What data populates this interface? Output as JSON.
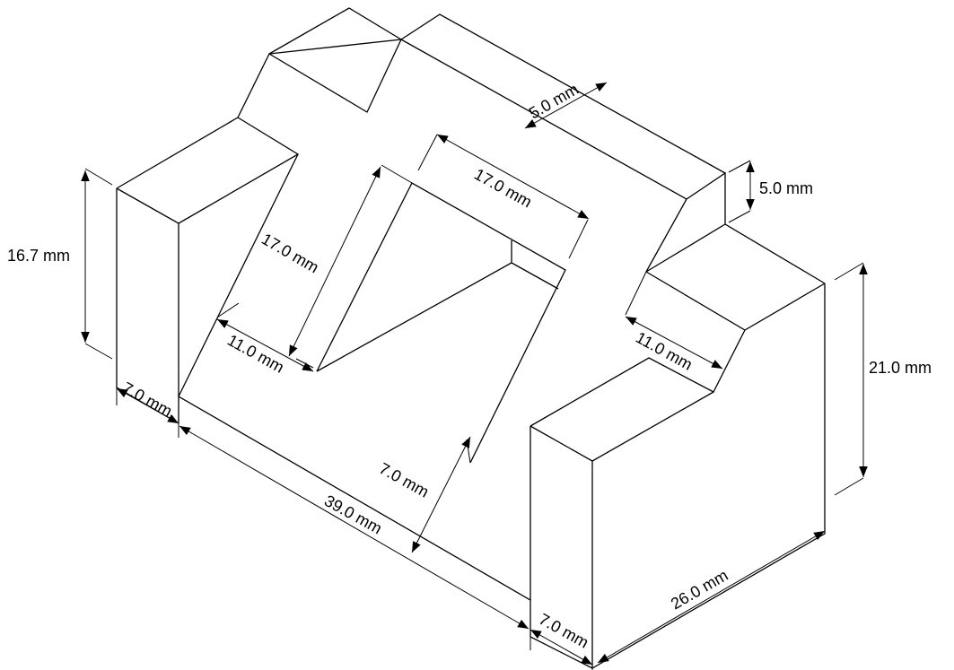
{
  "dimensions": {
    "top_slot_width": "5.0 mm",
    "top_slot_depth": "5.0 mm",
    "pocket_length": "17.0 mm",
    "pocket_width": "17.0 mm",
    "left_height": "16.7 mm",
    "left_step": "11.0 mm",
    "right_step": "11.0 mm",
    "right_height": "21.0 mm",
    "left_wall": "7.0 mm",
    "pocket_offset": "7.0 mm",
    "overall_length": "39.0 mm",
    "right_wall": "7.0 mm",
    "overall_depth": "26.0 mm"
  }
}
